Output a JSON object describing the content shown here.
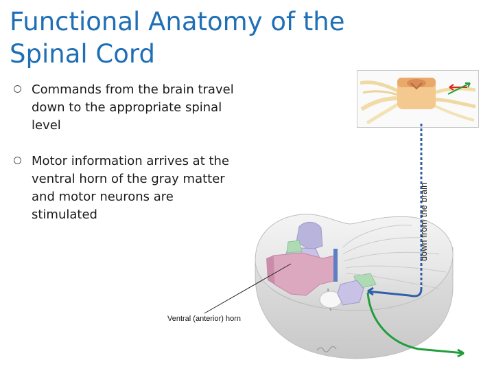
{
  "slide": {
    "title_lines": [
      "Functional Anatomy of the",
      "Spinal Cord"
    ],
    "bullets": [
      {
        "lines": [
          "Commands from the brain travel",
          "down to the appropriate spinal",
          "level"
        ]
      },
      {
        "lines": [
          "Motor information arrives at the",
          "ventral horn of the gray matter",
          "and motor neurons are",
          "stimulated"
        ]
      }
    ]
  },
  "diagram": {
    "vertical_label": "down from  the brain",
    "horn_label": "Ventral (anterior) horn",
    "colors": {
      "title": "#1f6fb6",
      "descending_path": "#2f5fa8",
      "motor_output": "#1f9e3a",
      "sensory_input": "#d8291f",
      "gray_matter_pink": "#dca8bf",
      "gray_matter_purple": "#b9b4dc",
      "gray_matter_green": "#aedbb4"
    },
    "icons": [
      "spinal-cord-thumbnail",
      "spinal-cord-cross-section"
    ]
  }
}
